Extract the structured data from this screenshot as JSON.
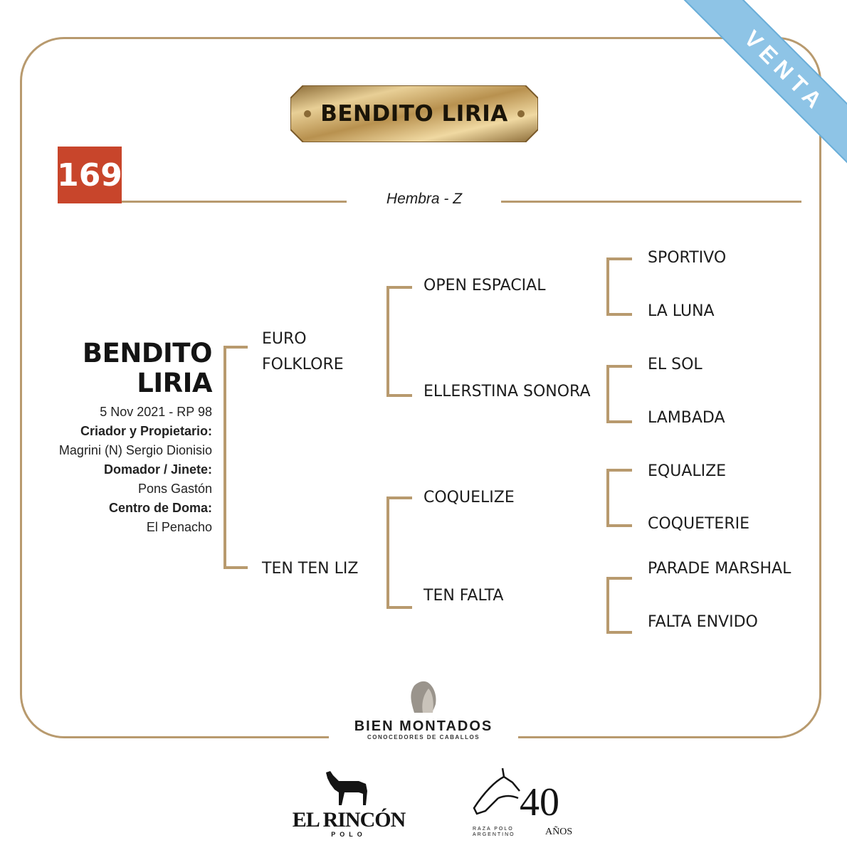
{
  "header": {
    "title": "BENDITO LIRIA",
    "lot_number": "169",
    "subtitle": "Hembra - Z"
  },
  "ribbon": {
    "label": "VENTA",
    "color": "#8ec4e6"
  },
  "horse": {
    "name_line1": "BENDITO",
    "name_line2": "LIRIA",
    "birth": "5 Nov 2021 - RP 98",
    "breeder_label": "Criador y Propietario:",
    "breeder": "Magrini (N) Sergio Dionisio",
    "trainer_label": "Domador / Jinete:",
    "trainer": "Pons Gastón",
    "center_label": "Centro de Doma:",
    "center": "El Penacho"
  },
  "pedigree": {
    "sire": "EURO\nFOLKLORE",
    "dam": "TEN TEN LIZ",
    "sire_sire": "OPEN ESPACIAL",
    "sire_dam": "ELLERSTINA SONORA",
    "dam_sire": "COQUELIZE",
    "dam_dam": "TEN FALTA",
    "ggp": [
      "SPORTIVO",
      "LA LUNA",
      "EL SOL",
      "LAMBADA",
      "EQUALIZE",
      "COQUETERIE",
      "PARADE MARSHAL",
      "FALTA ENVIDO"
    ]
  },
  "logos": {
    "bien_montados": {
      "name": "BIEN MONTADOS",
      "tagline": "CONOCEDORES DE CABALLOS"
    },
    "el_rincon": {
      "name": "EL RINCÓN",
      "sub": "POLO"
    },
    "raza_polo": {
      "number": "40",
      "years": "AÑOS",
      "line1": "RAZA POLO",
      "line2": "ARGENTINO"
    }
  },
  "colors": {
    "accent_gold": "#b89a6e",
    "lot_red": "#c8452b",
    "ribbon_blue": "#8ec4e6"
  }
}
